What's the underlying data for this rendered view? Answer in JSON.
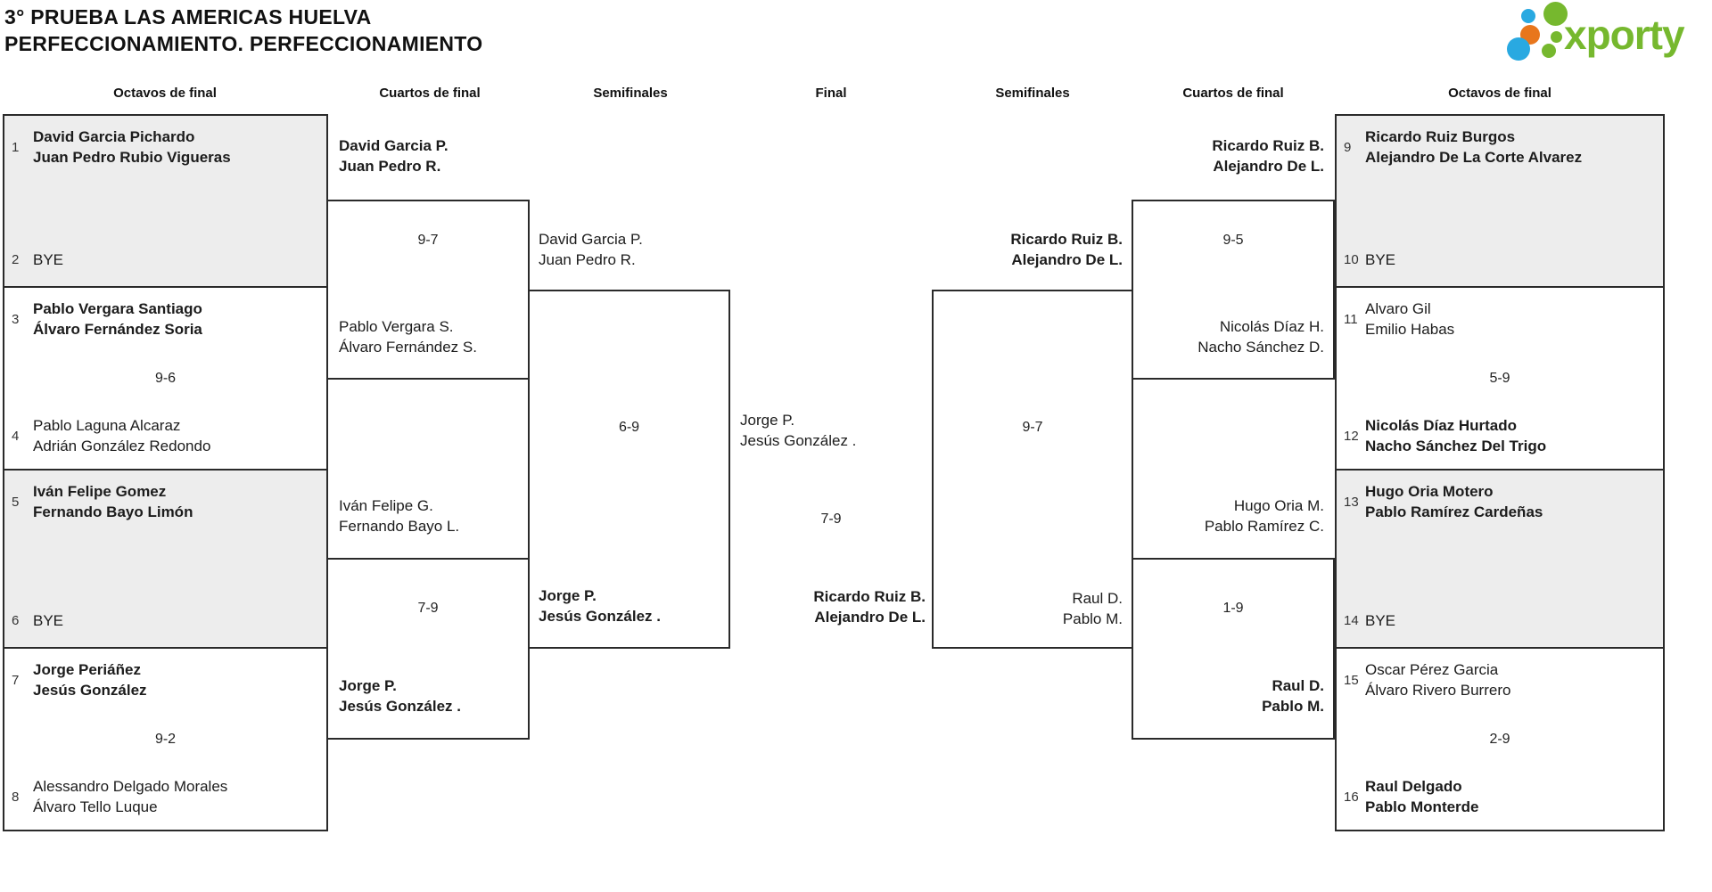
{
  "title": {
    "line1": "3° PRUEBA LAS AMERICAS HUELVA",
    "line2": "PERFECCIONAMIENTO. PERFECCIONAMIENTO"
  },
  "brand": {
    "name": "xporty",
    "colors": {
      "green": "#76b82e",
      "blue": "#29a9e1",
      "orange": "#e8761c"
    }
  },
  "round_headers": [
    "Octavos de final",
    "Cuartos de final",
    "Semifinales",
    "Final",
    "Semifinales",
    "Cuartos de final",
    "Octavos de final"
  ],
  "r16": [
    {
      "top": {
        "seed": "1",
        "name": "David Garcia Pichardo\nJuan Pedro Rubio Vigueras",
        "winner": true
      },
      "score": "",
      "bottom": {
        "seed": "2",
        "name": "BYE",
        "winner": false
      }
    },
    {
      "top": {
        "seed": "3",
        "name": "Pablo Vergara Santiago\nÁlvaro Fernández Soria",
        "winner": true
      },
      "score": "9-6",
      "bottom": {
        "seed": "4",
        "name": "Pablo Laguna Alcaraz\nAdrián González Redondo",
        "winner": false
      }
    },
    {
      "top": {
        "seed": "5",
        "name": "Iván Felipe Gomez\nFernando Bayo Limón",
        "winner": true
      },
      "score": "",
      "bottom": {
        "seed": "6",
        "name": "BYE",
        "winner": false
      }
    },
    {
      "top": {
        "seed": "7",
        "name": "Jorge Periáñez\nJesús González",
        "winner": true
      },
      "score": "9-2",
      "bottom": {
        "seed": "8",
        "name": "Alessandro Delgado Morales\nÁlvaro Tello Luque",
        "winner": false
      }
    },
    {
      "top": {
        "seed": "9",
        "name": "Ricardo Ruiz Burgos\nAlejandro De La Corte Alvarez",
        "winner": true
      },
      "score": "",
      "bottom": {
        "seed": "10",
        "name": "BYE",
        "winner": false
      }
    },
    {
      "top": {
        "seed": "11",
        "name": "Alvaro Gil\nEmilio Habas",
        "winner": false
      },
      "score": "5-9",
      "bottom": {
        "seed": "12",
        "name": "Nicolás Díaz Hurtado\nNacho Sánchez Del Trigo",
        "winner": true
      }
    },
    {
      "top": {
        "seed": "13",
        "name": "Hugo Oria Motero\nPablo Ramírez Cardeñas",
        "winner": true
      },
      "score": "",
      "bottom": {
        "seed": "14",
        "name": "BYE",
        "winner": false
      }
    },
    {
      "top": {
        "seed": "15",
        "name": "Oscar Pérez Garcia\nÁlvaro Rivero Burrero",
        "winner": false
      },
      "score": "2-9",
      "bottom": {
        "seed": "16",
        "name": "Raul Delgado\nPablo Monterde",
        "winner": true
      }
    }
  ],
  "qf": [
    {
      "top": {
        "name": "David Garcia P.\nJuan Pedro R.",
        "winner": true
      },
      "score": "9-7",
      "bottom": {
        "name": "Pablo Vergara S.\nÁlvaro Fernández S.",
        "winner": false
      }
    },
    {
      "top": {
        "name": "Iván Felipe G.\nFernando Bayo L.",
        "winner": false
      },
      "score": "7-9",
      "bottom": {
        "name": "Jorge P.\nJesús González .",
        "winner": true
      }
    },
    {
      "top": {
        "name": "Ricardo Ruiz B.\nAlejandro De L.",
        "winner": true
      },
      "score": "9-5",
      "bottom": {
        "name": "Nicolás Díaz H.\nNacho Sánchez D.",
        "winner": false
      }
    },
    {
      "top": {
        "name": "Hugo Oria M.\nPablo Ramírez C.",
        "winner": false
      },
      "score": "1-9",
      "bottom": {
        "name": "Raul D.\nPablo M.",
        "winner": true
      }
    }
  ],
  "sf": [
    {
      "top": {
        "name": "David Garcia P.\nJuan Pedro R.",
        "winner": false
      },
      "score": "6-9",
      "bottom": {
        "name": "Jorge P.\nJesús González .",
        "winner": true
      }
    },
    {
      "top": {
        "name": "Ricardo Ruiz B.\nAlejandro De L.",
        "winner": true
      },
      "score": "9-7",
      "bottom": {
        "name": "Raul D.\nPablo M.",
        "winner": false
      }
    }
  ],
  "final": {
    "left": {
      "name": "Jorge P.\nJesús González .",
      "winner": false
    },
    "score": "7-9",
    "right": {
      "name": "Ricardo Ruiz B.\nAlejandro De L.",
      "winner": true
    }
  }
}
